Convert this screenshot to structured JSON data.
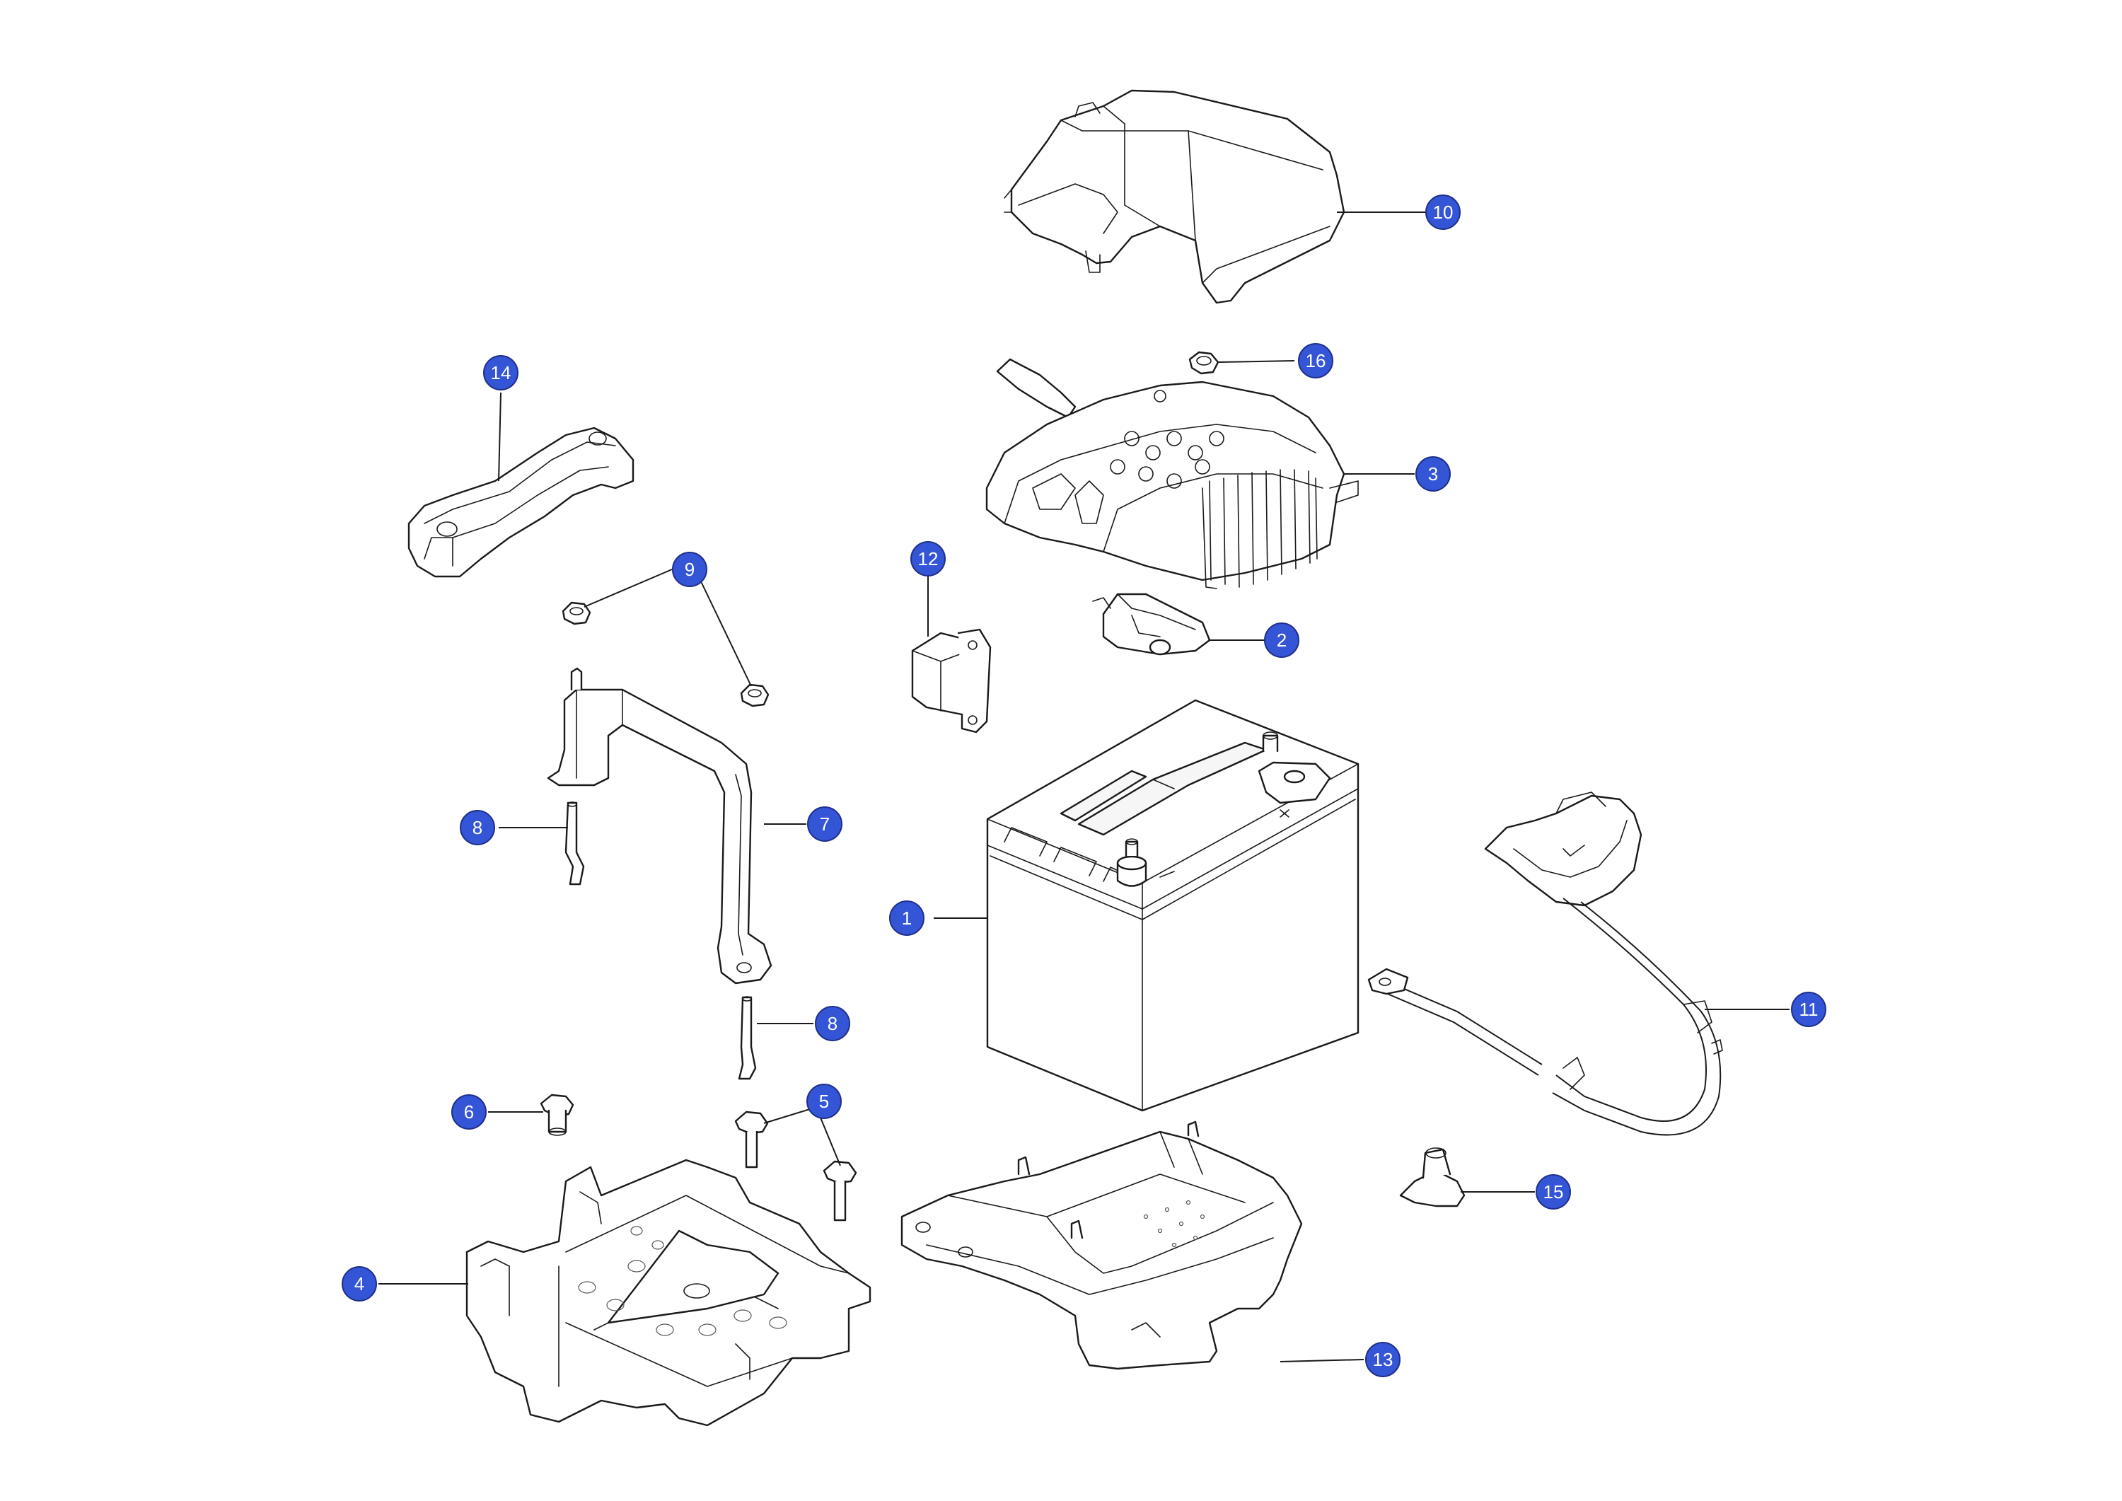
{
  "diagram": {
    "callout_color": "#3355d6",
    "callouts": [
      {
        "id": "callout-1",
        "label": "1"
      },
      {
        "id": "callout-2",
        "label": "2"
      },
      {
        "id": "callout-3",
        "label": "3"
      },
      {
        "id": "callout-4",
        "label": "4"
      },
      {
        "id": "callout-5",
        "label": "5"
      },
      {
        "id": "callout-6",
        "label": "6"
      },
      {
        "id": "callout-7",
        "label": "7"
      },
      {
        "id": "callout-8a",
        "label": "8"
      },
      {
        "id": "callout-8b",
        "label": "8"
      },
      {
        "id": "callout-9",
        "label": "9"
      },
      {
        "id": "callout-10",
        "label": "10"
      },
      {
        "id": "callout-11",
        "label": "11"
      },
      {
        "id": "callout-12",
        "label": "12"
      },
      {
        "id": "callout-13",
        "label": "13"
      },
      {
        "id": "callout-14",
        "label": "14"
      },
      {
        "id": "callout-15",
        "label": "15"
      },
      {
        "id": "callout-16",
        "label": "16"
      }
    ]
  }
}
